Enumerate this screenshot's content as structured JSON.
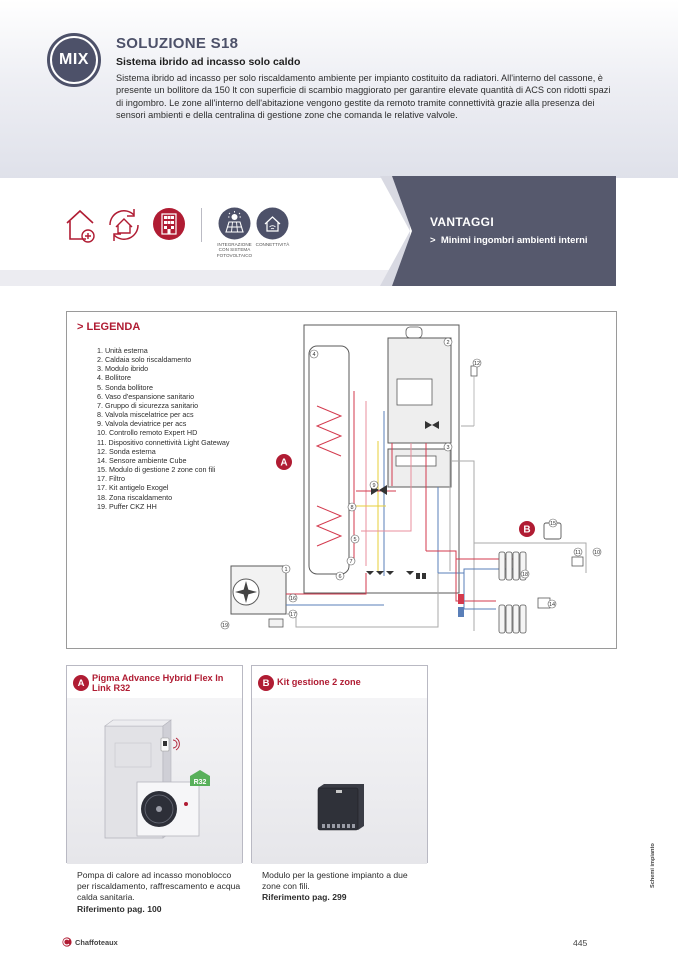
{
  "header": {
    "badge": "MIX",
    "title": "SOLUZIONE S18",
    "subtitle": "Sistema ibrido ad incasso solo caldo",
    "description": "Sistema ibrido ad incasso per solo riscaldamento ambiente per impianto costituito da radiatori. All'interno del cassone, è presente un bollitore da 150 lt con superficie di scambio maggiorato per garantire elevate quantità di ACS con ridotti spazi di ingombro. Le zone all'interno dell'abitazione vengono gestite da remoto tramite connettività grazie alla presenza dei sensori ambienti e della centralina di gestione zone che comanda le relative valvole."
  },
  "icons": {
    "items": [
      {
        "icon": "house-plus-icon",
        "label": ""
      },
      {
        "icon": "house-refresh-icon",
        "label": ""
      },
      {
        "icon": "building-icon",
        "label": ""
      },
      {
        "icon": "solar-panel-icon",
        "label": "INTEGRAZIONE CON SISTEMA FOTOVOLTAICO"
      },
      {
        "icon": "connectivity-house-icon",
        "label": "CONNETTIVITÀ"
      }
    ]
  },
  "vantaggi": {
    "title": "VANTAGGI",
    "items": [
      "Minimi ingombri ambienti interni"
    ]
  },
  "legend": {
    "title": "> LEGENDA",
    "items": [
      "1. Unità esterna",
      "2. Caldaia solo riscaldamento",
      "3. Modulo ibrido",
      "4. Bollitore",
      "5. Sonda bollitore",
      "6. Vaso d'espansione sanitario",
      "7. Gruppo di sicurezza sanitario",
      "8. Valvola miscelatrice per acs",
      "9. Valvola deviatrice per acs",
      "10. Controllo remoto Expert HD",
      "11. Dispositivo connettività Light Gateway",
      "12. Sonda esterna",
      "14. Sensore ambiente Cube",
      "15. Modulo di gestione 2 zone con fili",
      "17. Filtro",
      "17. Kit antigelo Exogel",
      "18. Zona riscaldamento",
      "19. Puffer CKZ HH"
    ]
  },
  "diagram": {
    "marker_a": "A",
    "marker_b": "B",
    "numbers": [
      "1",
      "2",
      "3",
      "4",
      "5",
      "6",
      "7",
      "8",
      "9",
      "10",
      "11",
      "12",
      "14",
      "15",
      "16",
      "17",
      "18",
      "19"
    ]
  },
  "cards": [
    {
      "letter": "A",
      "title": "Pigma Advance Hybrid Flex In Link R32",
      "badge": "R32",
      "text": "Pompa di calore ad incasso monoblocco per riscaldamento, raffrescamento e acqua calda sanitaria.",
      "ref": "Riferimento pag. 100"
    },
    {
      "letter": "B",
      "title": "Kit gestione 2 zone",
      "text": "Modulo per la gestione impianto a due zone con fili.",
      "ref": "Riferimento pag. 299"
    }
  ],
  "side_label": "Schemi impianto",
  "footer": {
    "brand": "Chaffoteaux",
    "page": "445"
  },
  "colors": {
    "brand_red": "#b01c33",
    "slate": "#56596d"
  }
}
